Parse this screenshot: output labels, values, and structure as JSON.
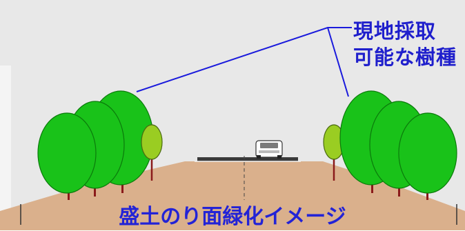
{
  "callout": {
    "line1": "現地採取",
    "line2": "可能な樹種"
  },
  "caption": "盛土のり面緑化イメージ",
  "colors": {
    "background": "#e8e8e8",
    "embankment": "#dab08c",
    "tree_fill": "#19c219",
    "tree_stroke": "#0b7a0b",
    "trunk": "#8a1a1a",
    "shrub_fill": "#9acd22",
    "shrub_stroke": "#4a6a10",
    "leader_line": "#1a1adc",
    "callout_text": "#1f1fcc",
    "caption_text": "#2323d6"
  }
}
